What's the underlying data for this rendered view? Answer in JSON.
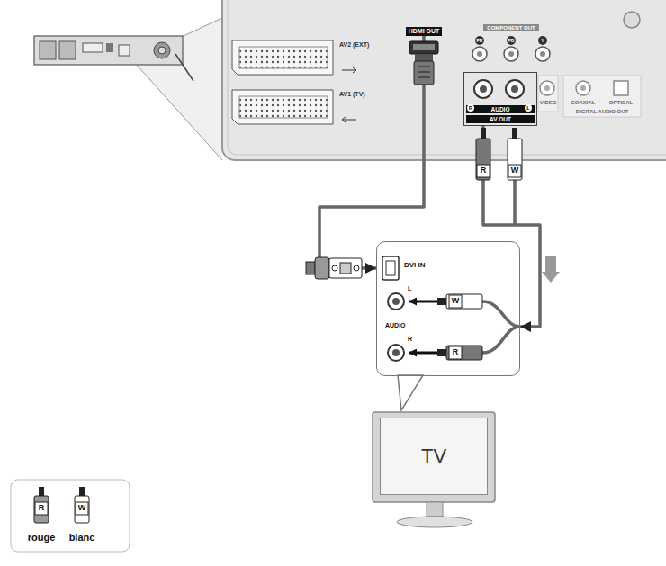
{
  "diagram": {
    "nodes": [
      {
        "text": [
          "HDMI OUT"
        ]
      },
      {
        "text": [
          "AUDIO",
          "AV OUT"
        ]
      },
      {
        "text": [
          "DVI IN",
          "L",
          "AUDIO",
          "R"
        ]
      },
      {
        "text": [
          "TV"
        ]
      }
    ],
    "edges": [
      {
        "from": 0,
        "to": 2,
        "arrow": "to"
      },
      {
        "from": 1,
        "to": 2,
        "arrow": "to"
      }
    ],
    "labels": [
      "AV2 (EXT)",
      "AV1 (TV)",
      "COMPONENT OUT",
      "PR",
      "PB",
      "Y",
      "R",
      "L",
      "VIDEO",
      "COAXIAL",
      "OPTICAL",
      "DIGITAL AUDIO OUT",
      "R",
      "W",
      "W",
      "R",
      "R",
      "W"
    ],
    "legend": [
      {
        "text": "rouge"
      },
      {
        "text": "blanc"
      }
    ]
  }
}
